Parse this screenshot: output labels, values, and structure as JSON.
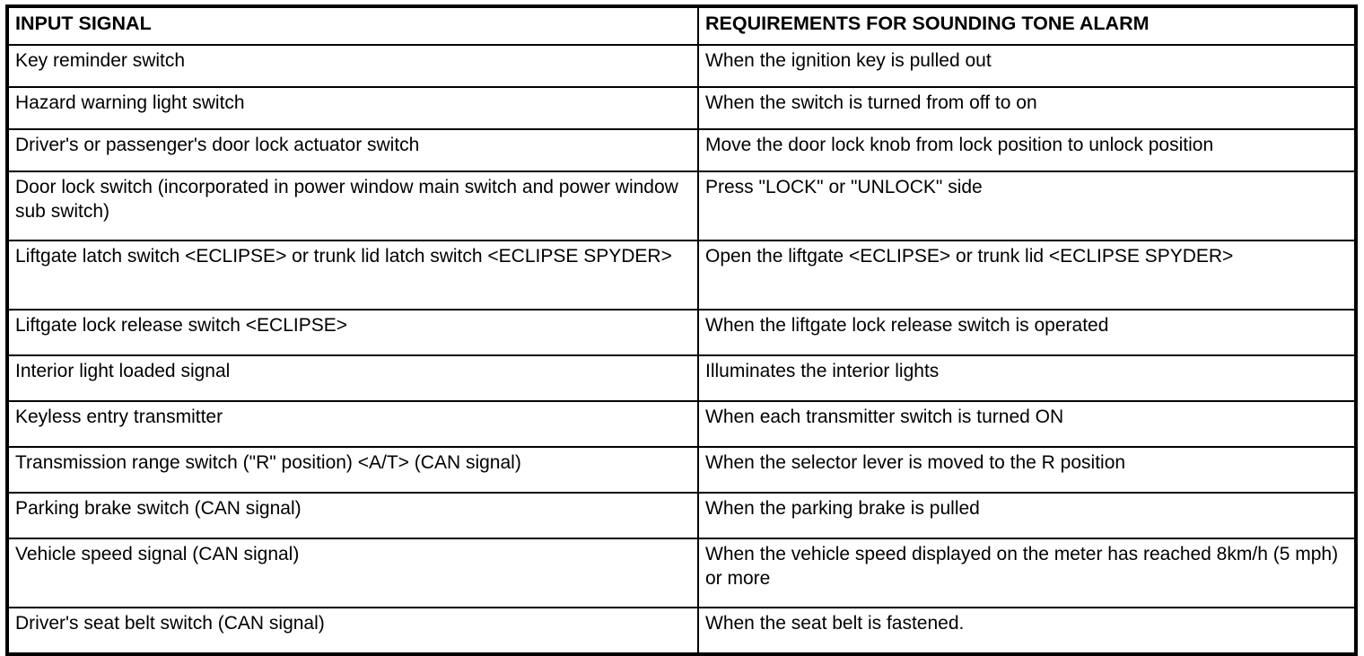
{
  "table": {
    "headers": {
      "input_signal": "INPUT SIGNAL",
      "requirements": "REQUIREMENTS FOR SOUNDING TONE ALARM"
    },
    "rows": [
      {
        "input_signal": "Key reminder switch",
        "requirement": "When the ignition key is pulled out"
      },
      {
        "input_signal": "Hazard warning light switch",
        "requirement": "When the switch is turned from off to on"
      },
      {
        "input_signal": "Driver's or passenger's door lock actuator switch",
        "requirement": "Move the door lock knob from lock position to unlock position"
      },
      {
        "input_signal": "Door lock switch (incorporated in power window main switch and power window sub switch)",
        "requirement": "Press \"LOCK\" or \"UNLOCK\" side"
      },
      {
        "input_signal": "Liftgate latch switch <ECLIPSE> or trunk lid latch switch <ECLIPSE SPYDER>",
        "requirement": "Open the liftgate <ECLIPSE> or trunk lid <ECLIPSE SPYDER>"
      },
      {
        "input_signal": "Liftgate lock release switch <ECLIPSE>",
        "requirement": "When the liftgate lock release switch is operated"
      },
      {
        "input_signal": "Interior light loaded signal",
        "requirement": "Illuminates the interior lights"
      },
      {
        "input_signal": "Keyless entry transmitter",
        "requirement": "When each transmitter switch is turned ON"
      },
      {
        "input_signal": "Transmission range switch (\"R\" position) <A/T> (CAN signal)",
        "requirement": "When the selector lever is moved to the R position"
      },
      {
        "input_signal": "Parking brake switch (CAN signal)",
        "requirement": "When the parking brake is pulled"
      },
      {
        "input_signal": "Vehicle speed signal (CAN signal)",
        "requirement": "When the vehicle speed displayed on the meter has reached 8km/h (5 mph) or more"
      },
      {
        "input_signal": "Driver's seat belt switch (CAN signal)",
        "requirement": "When the seat belt is fastened."
      }
    ]
  },
  "colors": {
    "border": "#000000",
    "text": "#000000",
    "background": "#ffffff"
  }
}
